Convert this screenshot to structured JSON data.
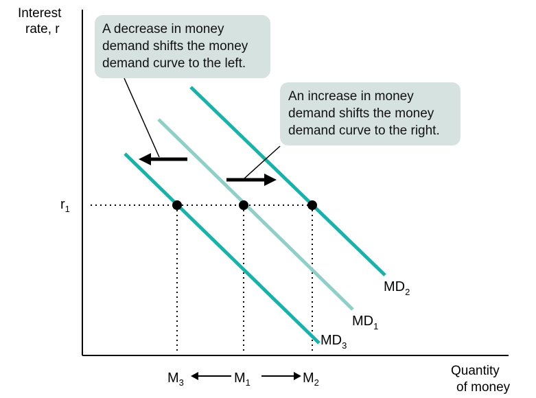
{
  "axes": {
    "y_label_line1": "Interest",
    "y_label_line2": "rate, r",
    "x_label_line1": "Quantity",
    "x_label_line2": "of money"
  },
  "y_tick": {
    "main": "r",
    "sub": "1"
  },
  "x_ticks": [
    {
      "main": "M",
      "sub": "3"
    },
    {
      "main": "M",
      "sub": "1"
    },
    {
      "main": "M",
      "sub": "2"
    }
  ],
  "curves": [
    {
      "main": "MD",
      "sub": "2"
    },
    {
      "main": "MD",
      "sub": "1"
    },
    {
      "main": "MD",
      "sub": "3"
    }
  ],
  "callouts": {
    "decrease": [
      "A decrease in money",
      "demand shifts the money",
      "demand curve to the left."
    ],
    "increase": [
      "An increase in money",
      "demand shifts the money",
      "demand curve to the right."
    ]
  },
  "colors": {
    "md_dark": "#17b3ab",
    "md_light": "#8ecfc7",
    "callout_bg": "#d6e2e0",
    "axis": "#000000"
  },
  "chart_data": {
    "type": "line",
    "series": [
      {
        "name": "MD2",
        "x": [
          2.9,
          5.0
        ],
        "y": [
          6.2,
          0.0
        ]
      },
      {
        "name": "MD1",
        "x": [
          1.9,
          4.0
        ],
        "y": [
          6.2,
          0.0
        ]
      },
      {
        "name": "MD3",
        "x": [
          0.9,
          3.0
        ],
        "y": [
          6.2,
          0.0
        ]
      }
    ],
    "equilibrium_points": [
      {
        "label": "M3",
        "x": 1.4,
        "y": 3.0
      },
      {
        "label": "M1",
        "x": 2.4,
        "y": 3.0
      },
      {
        "label": "M2",
        "x": 3.4,
        "y": 3.0
      }
    ],
    "r1": 3.0,
    "xlabel": "Quantity of money",
    "ylabel": "Interest rate, r",
    "grid": false
  }
}
